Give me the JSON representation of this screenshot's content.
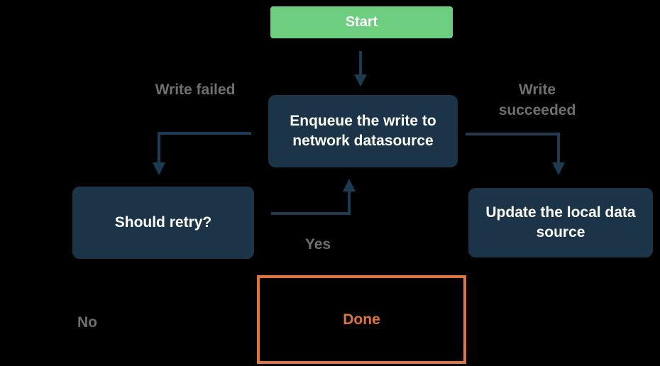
{
  "diagram": {
    "type": "flowchart",
    "background_color": "#000000",
    "colors": {
      "start_node_fill": "#6DCE80",
      "process_node_fill": "#1C3447",
      "node_text": "#FFFFFF",
      "arrow": "#1D3B52",
      "edge_label_text": "#6F6F6F",
      "done_node_border": "#E0743D",
      "done_node_text": "#E0743D"
    },
    "nodes": {
      "start": {
        "label": "Start"
      },
      "enqueue": {
        "label": "Enqueue the write to network datasource"
      },
      "should_retry": {
        "label": "Should retry?"
      },
      "update_local": {
        "label": "Update the local data source"
      },
      "done": {
        "label": "Done"
      }
    },
    "edge_labels": {
      "write_failed": "Write failed",
      "write_succeeded": "Write succeeded",
      "yes": "Yes",
      "no": "No"
    },
    "edges": [
      {
        "from": "start",
        "to": "enqueue",
        "label": ""
      },
      {
        "from": "enqueue",
        "to": "should_retry",
        "label": "Write failed"
      },
      {
        "from": "enqueue",
        "to": "update_local",
        "label": "Write succeeded"
      },
      {
        "from": "should_retry",
        "to": "enqueue",
        "label": "Yes"
      },
      {
        "from": "should_retry",
        "to": "done",
        "label": "No"
      }
    ]
  }
}
